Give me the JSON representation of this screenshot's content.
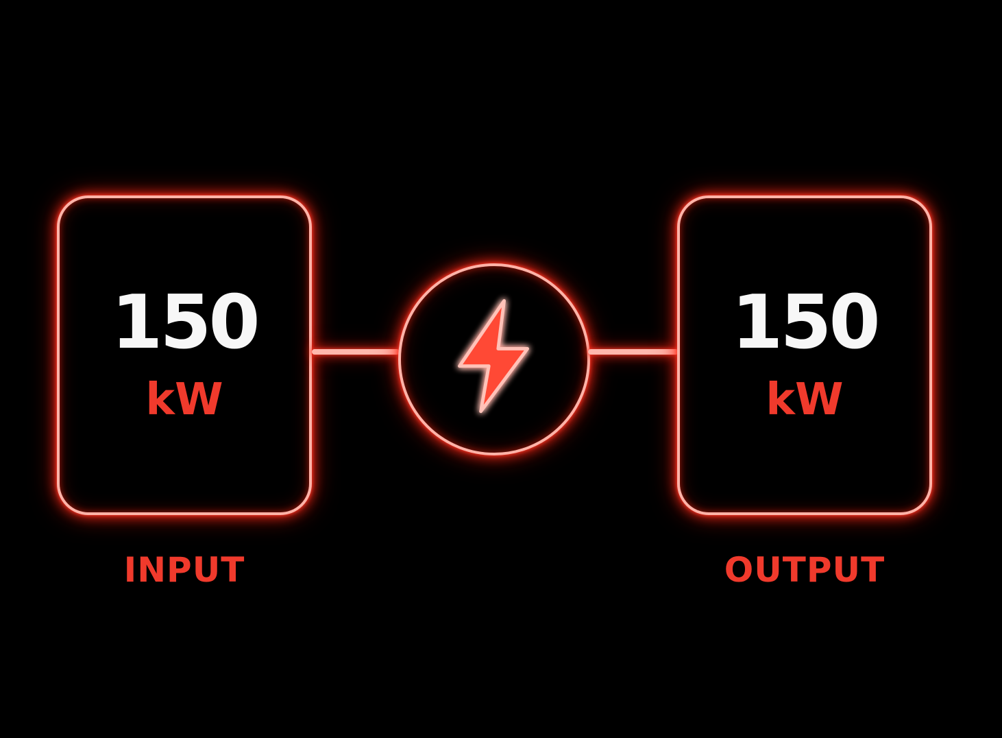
{
  "input": {
    "value": "150",
    "unit": "kW",
    "label": "INPUT"
  },
  "output": {
    "value": "150",
    "unit": "kW",
    "label": "OUTPUT"
  },
  "hub": {
    "icon": "lightning-bolt-icon"
  },
  "colors": {
    "background": "#000000",
    "accent": "#f03a2c",
    "glow": "#ff2a18",
    "value_text": "#f7f7f7"
  }
}
